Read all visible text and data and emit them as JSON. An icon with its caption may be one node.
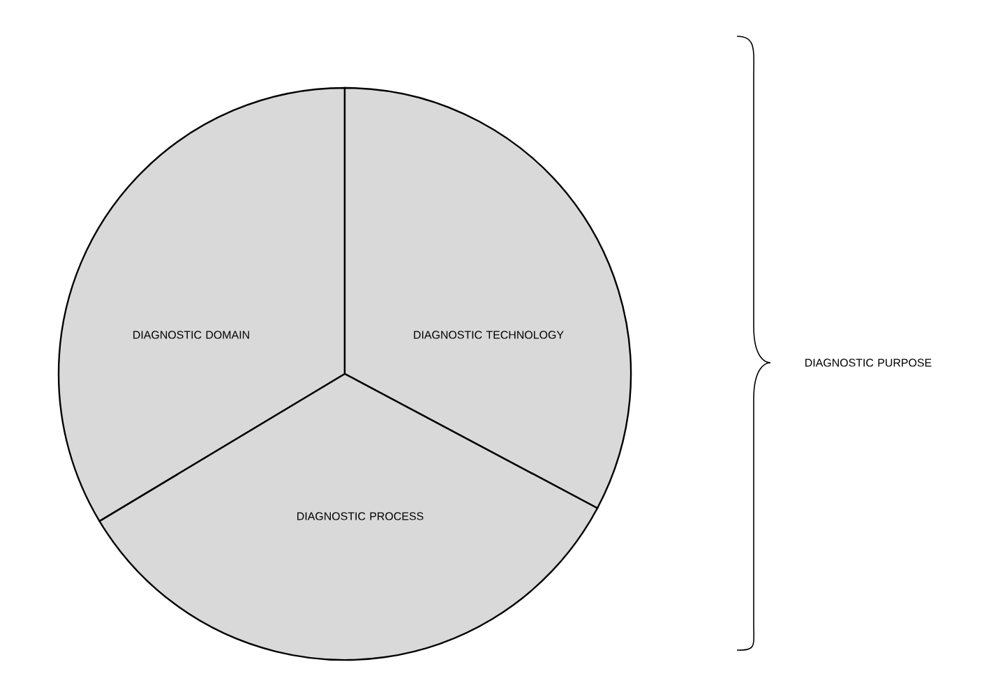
{
  "diagram": {
    "nodes": [
      {
        "text": [
          "DIAGNOSTIC DOMAIN"
        ]
      },
      {
        "text": [
          "DIAGNOSTIC TECHNOLOGY"
        ]
      },
      {
        "text": [
          "DIAGNOSTIC PROCESS"
        ]
      }
    ],
    "edges": [],
    "labels": [
      "DIAGNOSTIC PURPOSE"
    ]
  }
}
